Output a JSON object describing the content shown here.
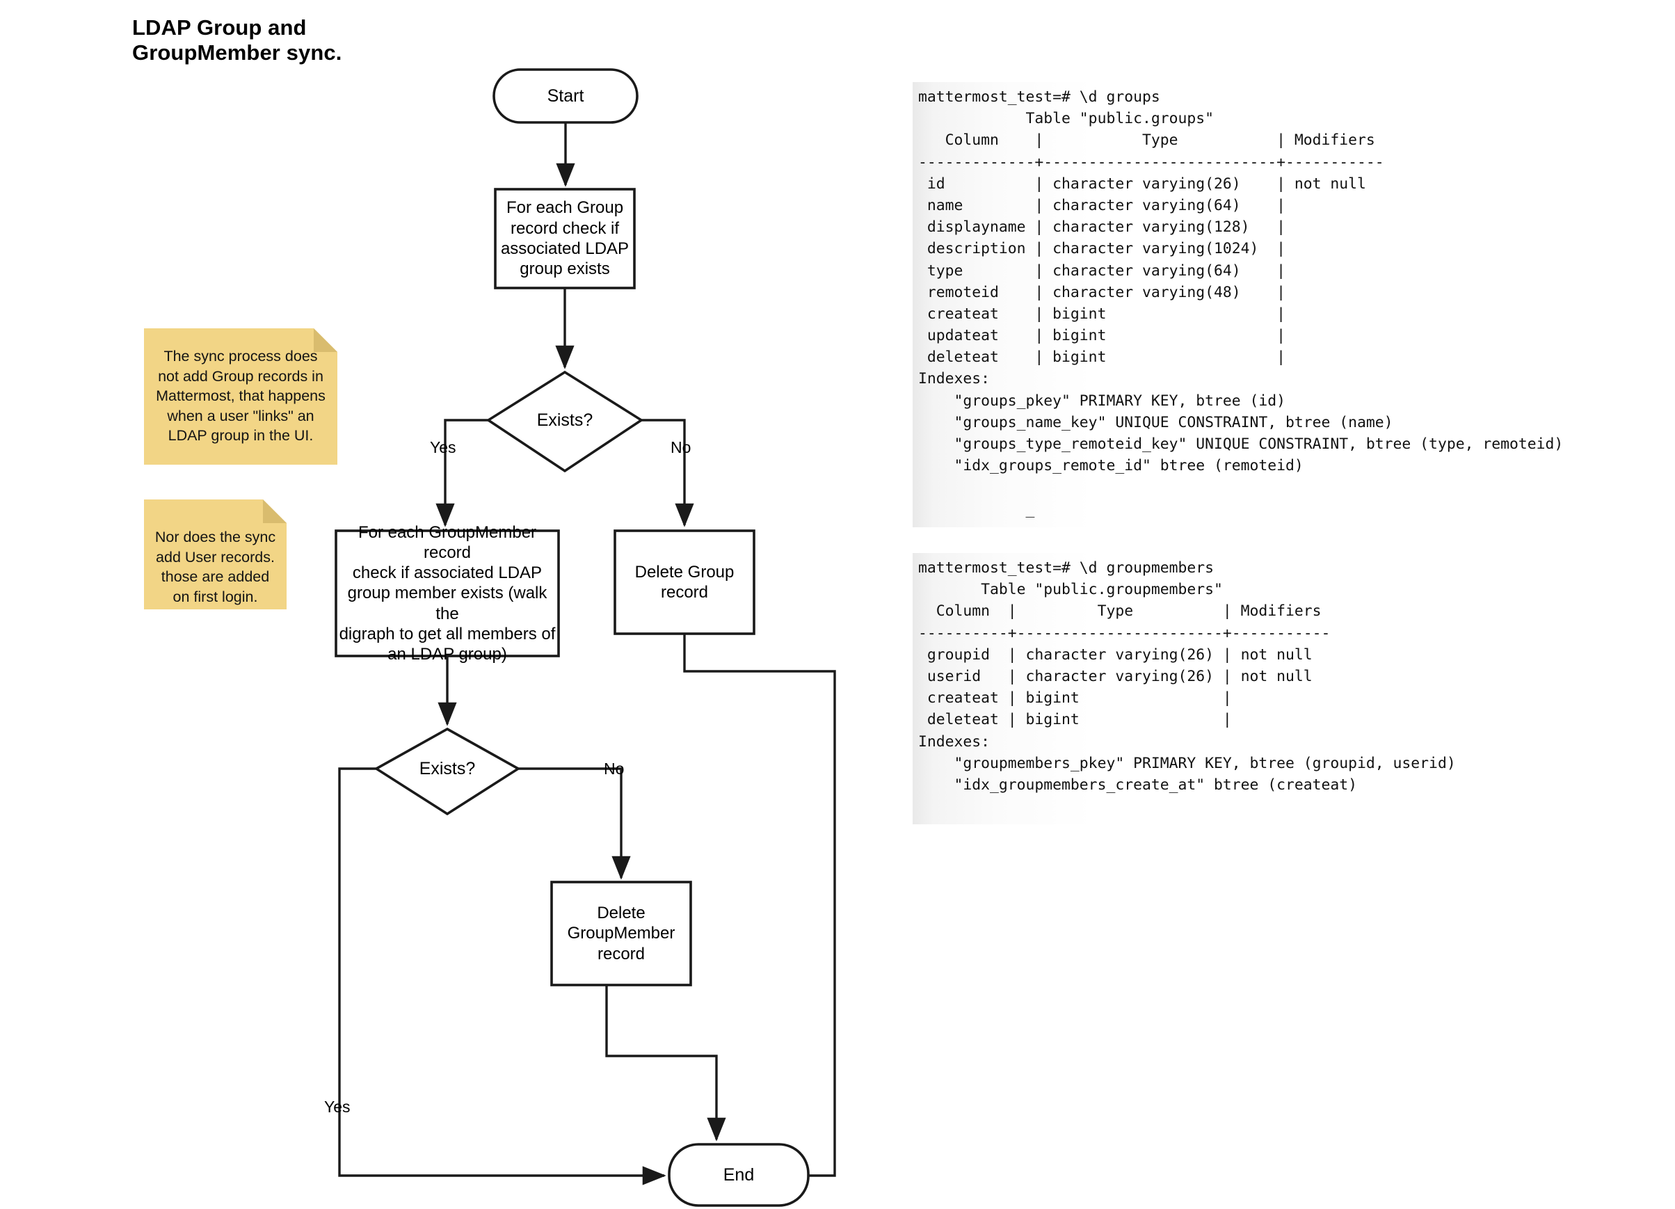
{
  "title": {
    "line1": "LDAP Group and",
    "line2": "GroupMember sync."
  },
  "flowchart": {
    "nodes": {
      "start": "Start",
      "check_group": "For each Group record check if associated LDAP group exists",
      "decision1": "Exists?",
      "check_groupmember": "For each GroupMember record check if associated LDAP group member exists (walk the digraph to get all members of an LDAP group)",
      "delete_group": "Delete Group record",
      "decision2": "Exists?",
      "delete_groupmember": "Delete GroupMember record",
      "end": "End"
    },
    "node_lines": {
      "check_group": [
        "For each Group",
        "record check if",
        "associated LDAP",
        "group exists"
      ],
      "check_groupmember": [
        "For each GroupMember record",
        "check if associated LDAP",
        "group member exists (walk the",
        "digraph to get all members of",
        "an LDAP group)"
      ],
      "delete_group": [
        "Delete Group",
        "record"
      ],
      "delete_groupmember": [
        "Delete",
        "GroupMember",
        "record"
      ]
    },
    "edge_labels": {
      "d1_yes": "Yes",
      "d1_no": "No",
      "d2_no": "No",
      "d2_yes": "Yes"
    }
  },
  "notes": [
    {
      "id": "note-sync-no-group-add",
      "lines": [
        "The sync process does",
        "not add Group records in",
        "Mattermost, that happens",
        "when a user \"links\" an",
        "LDAP group in the UI."
      ]
    },
    {
      "id": "note-sync-no-user-add",
      "lines": [
        "Nor does the sync",
        "add User records.",
        "those are added",
        "on first login."
      ]
    }
  ],
  "terminals": [
    {
      "id": "terminal-groups",
      "lines": [
        "mattermost_test=# \\d groups",
        "            Table \"public.groups\"",
        "   Column    |           Type           | Modifiers",
        "-------------+--------------------------+-----------",
        " id          | character varying(26)    | not null",
        " name        | character varying(64)    |",
        " displayname | character varying(128)   |",
        " description | character varying(1024)  |",
        " type        | character varying(64)    |",
        " remoteid    | character varying(48)    |",
        " createat    | bigint                   |",
        " updateat    | bigint                   |",
        " deleteat    | bigint                   |",
        "Indexes:",
        "    \"groups_pkey\" PRIMARY KEY, btree (id)",
        "    \"groups_name_key\" UNIQUE CONSTRAINT, btree (name)",
        "    \"groups_type_remoteid_key\" UNIQUE CONSTRAINT, btree (type, remoteid)",
        "    \"idx_groups_remote_id\" btree (remoteid)",
        "",
        "            _"
      ]
    },
    {
      "id": "terminal-groupmembers",
      "lines": [
        "mattermost_test=# \\d groupmembers",
        "       Table \"public.groupmembers\"",
        "  Column  |         Type          | Modifiers",
        "----------+-----------------------+-----------",
        " groupid  | character varying(26) | not null",
        " userid   | character varying(26) | not null",
        " createat | bigint                |",
        " deleteat | bigint                |",
        "Indexes:",
        "    \"groupmembers_pkey\" PRIMARY KEY, btree (groupid, userid)",
        "    \"idx_groupmembers_create_at\" btree (createat)",
        ""
      ]
    }
  ],
  "colors": {
    "stroke": "#1A1A1A",
    "note_bg": "#F2D586",
    "note_fold": "#D9BC6E",
    "background": "#FFFFFF"
  }
}
